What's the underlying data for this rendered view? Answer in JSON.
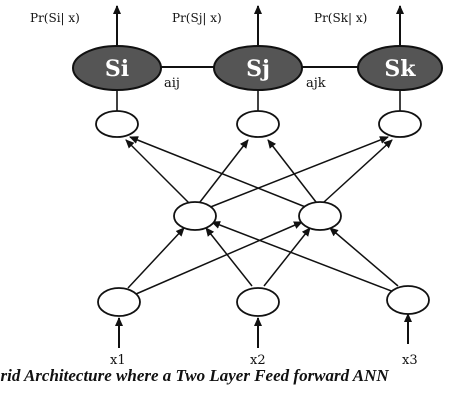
{
  "states": [
    {
      "id": "si",
      "label": "Si",
      "prob": "Pr(Si| x)"
    },
    {
      "id": "sj",
      "label": "Sj",
      "prob": "Pr(Sj| x)"
    },
    {
      "id": "sk",
      "label": "Sk",
      "prob": "Pr(Sk| x)"
    }
  ],
  "transitions": [
    {
      "from": "si",
      "to": "sj",
      "label": "aij"
    },
    {
      "from": "sj",
      "to": "sk",
      "label": "ajk"
    }
  ],
  "inputs": [
    {
      "id": "x1",
      "label": "x1"
    },
    {
      "id": "x2",
      "label": "x2"
    },
    {
      "id": "x3",
      "label": "x3"
    }
  ],
  "caption": "brid Architecture where a Two Layer Feed forward ANN",
  "colors": {
    "state_fill": "#555555",
    "stroke": "#111111",
    "node_fill": "#ffffff"
  }
}
